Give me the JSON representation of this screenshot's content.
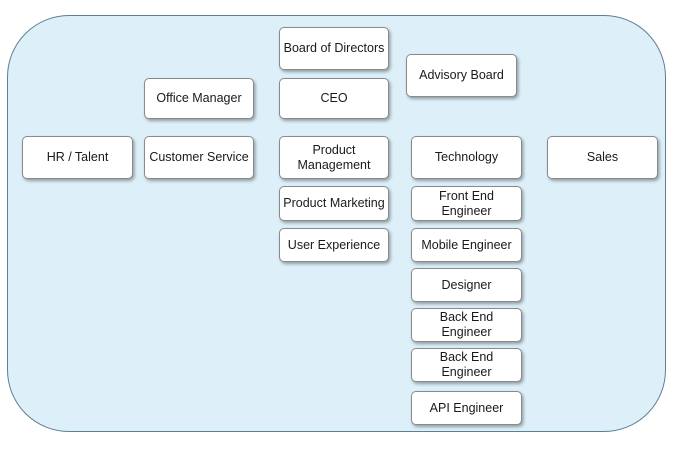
{
  "nodes": {
    "board": "Board of Directors",
    "ceo": "CEO",
    "advisory": "Advisory Board",
    "office_manager": "Office Manager",
    "hr": "HR / Talent",
    "customer_service": "Customer Service",
    "product_management": "Product Management",
    "product_marketing": "Product Marketing",
    "user_experience": "User Experience",
    "technology": "Technology",
    "front_end": "Front End Engineer",
    "mobile": "Mobile Engineer",
    "designer": "Designer",
    "back_end_1": "Back End Engineer",
    "back_end_2": "Back End Engineer",
    "api": "API Engineer",
    "sales": "Sales"
  }
}
